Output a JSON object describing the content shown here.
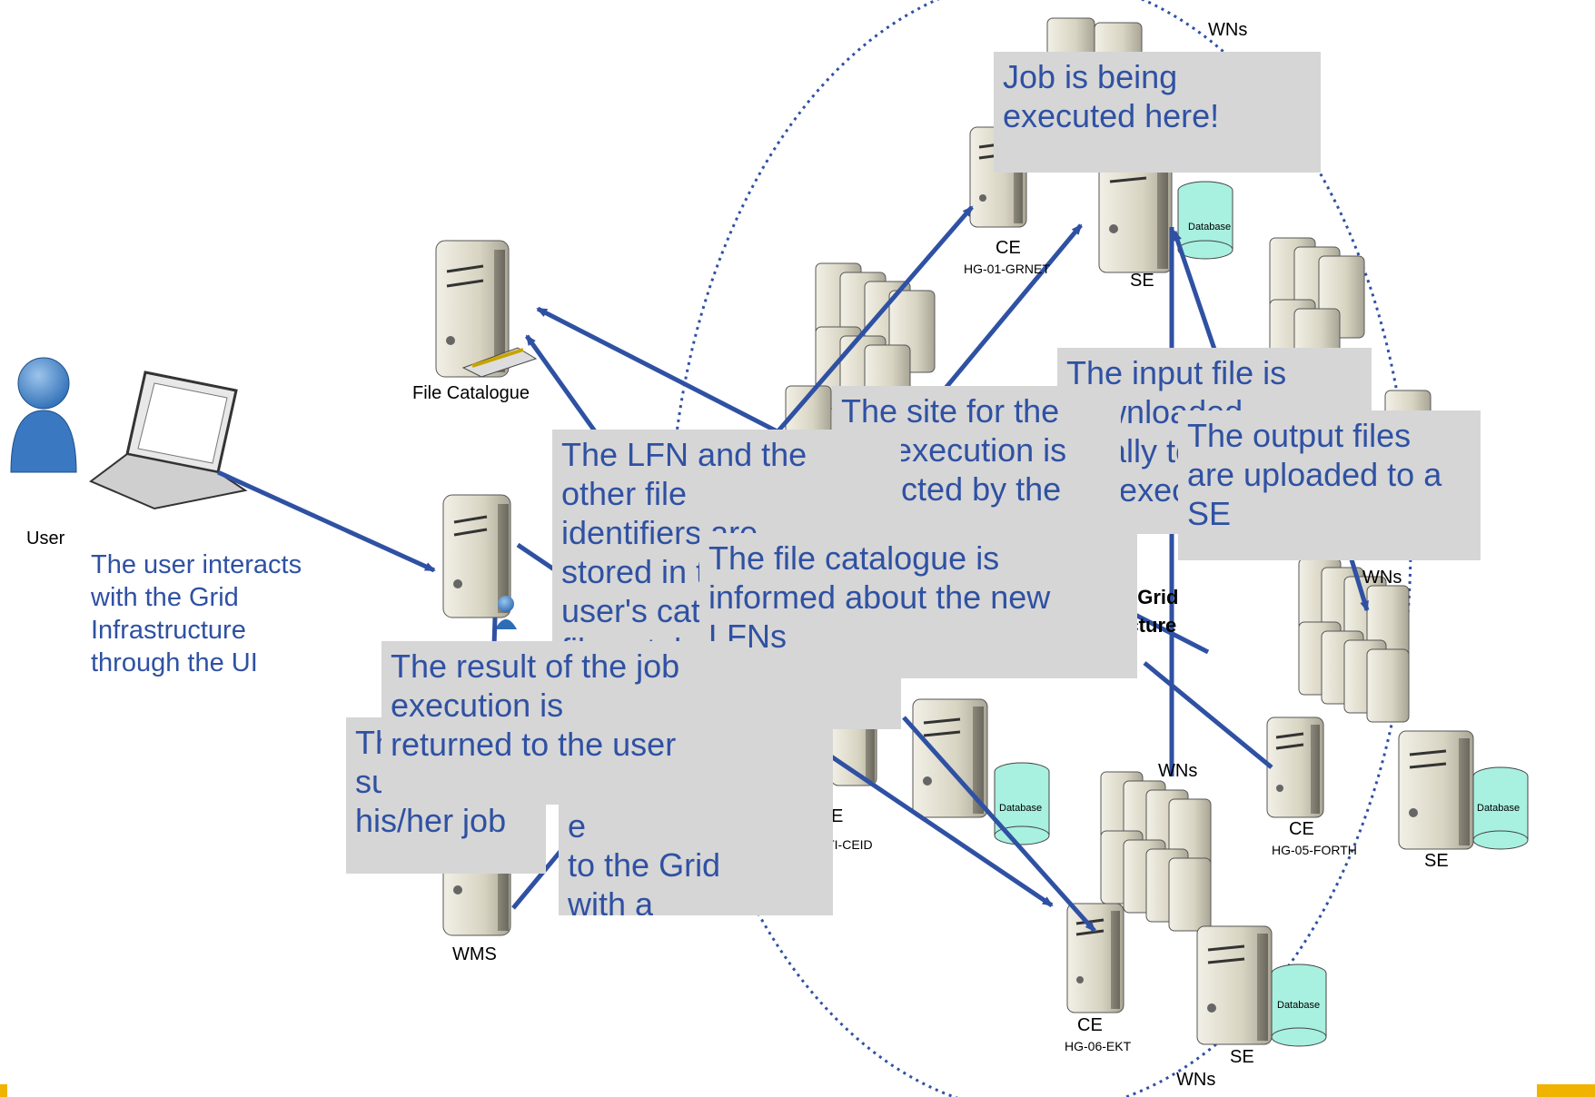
{
  "nodes": {
    "user": "User",
    "file_catalogue": "File Catalogue",
    "wms": "WMS",
    "ce_grnet": "CE",
    "ce_grnet_sub": "HG-01-GRNET",
    "se_grnet": "SE",
    "wns_top": "WNs",
    "wns_right": "WNs",
    "wns_mid": "WNs",
    "wns_bottom": "WNs",
    "ce_forth": "CE",
    "ce_forth_sub": "HG-05-FORTH",
    "se_forth": "SE",
    "ce_ekt": "CE",
    "ce_ekt_sub": "HG-06-EKT",
    "se_ekt": "SE",
    "ce_ceid_sub": "CTI-CEID",
    "ce_ceid_e": "E",
    "infra_line1": "sGrid",
    "infra_line2": "ucture",
    "database": "Database"
  },
  "texts": {
    "user_interacts": "The user interacts\nwith the Grid\nInfrastructure\nthrough the UI"
  },
  "callouts": {
    "job_executed": "Job is being\nexecuted here!",
    "input_file": "The input file is\ndownloaded\nlocally to the\njob execution",
    "output_files": "The output files\nare uploaded to a\nSE",
    "site_selection": "The site for the\njob execution is\nselected by the",
    "lfn_stored": "The LFN and the\nother file\nidentifiers are\nstored in the\nuser's catalogue\nfile catalogue",
    "file_catalogue_informed": "The file catalogue is\ninformed about the new\nLFNs",
    "user_submits": "The user\nsubmits\nhis/her job",
    "uploads_lfn": "\n\n\ne\nto the Grid\nwith a\nspecific LFN",
    "result_returned": "The result of the job\nexecution is\nreturned to the user"
  },
  "colors": {
    "arrow": "#2F51A3",
    "callout_bg": "#D6D6D6",
    "callout_text": "#2F51A3",
    "accent": "#F0B400",
    "database": "#A8F0E0"
  }
}
